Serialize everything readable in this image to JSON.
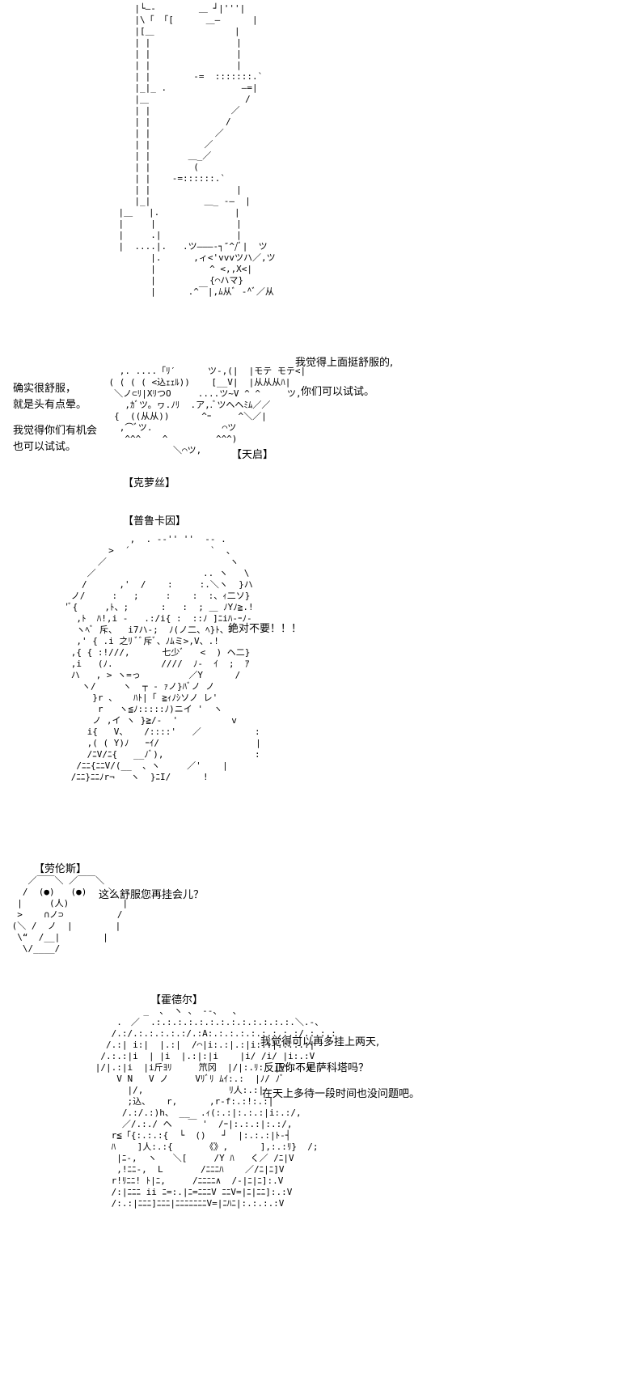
{
  "scenes": [
    {
      "characters": [
        "【克萝丝】",
        "【天启】"
      ],
      "lines_right": [
        "我觉得上面挺舒服的,",
        "你们可以试试。"
      ],
      "lines_left": [
        "确实很舒服，",
        "就是头有点晕。",
        "我觉得你们有机会",
        "也可以试试。"
      ]
    },
    {
      "characters": [
        "【普鲁卡因】"
      ],
      "lines": [
        "绝对不要！！！"
      ]
    },
    {
      "characters": [
        "【劳伦斯】"
      ],
      "lines": [
        "这么舒服您再挂会儿？"
      ]
    },
    {
      "characters": [
        "【霍德尔】"
      ],
      "lines": [
        "我觉得可以再多挂上两天,",
        "反正你不是萨科塔吗？",
        "在天上多待一段时间也没问题吧。"
      ]
    }
  ]
}
